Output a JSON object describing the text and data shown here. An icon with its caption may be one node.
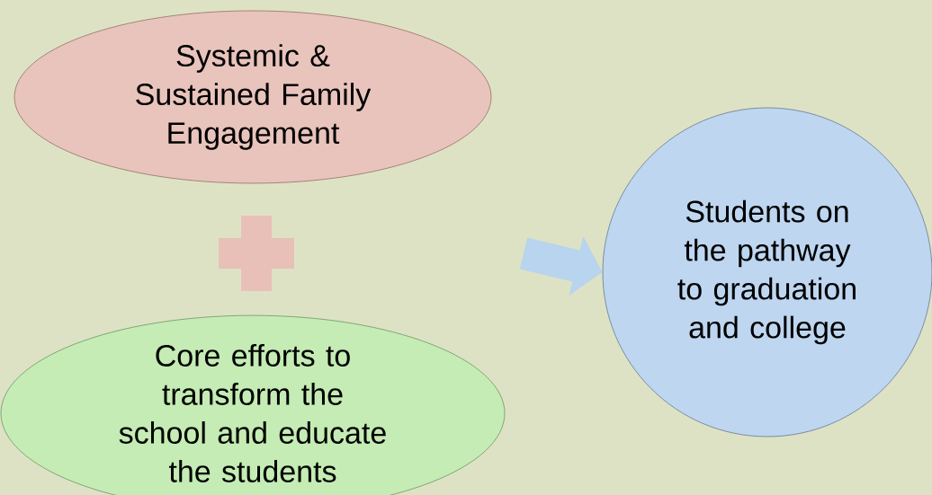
{
  "diagram": {
    "nodes": [
      {
        "text": [
          "Systemic & Sustained Family Engagement"
        ]
      },
      {
        "text": [
          "Core efforts to transform the school and educate the students"
        ]
      },
      {
        "text": [
          "Students on the pathway to graduation and college"
        ]
      }
    ],
    "edges": [
      {
        "from": null,
        "to": 2,
        "arrow": "to"
      }
    ]
  }
}
